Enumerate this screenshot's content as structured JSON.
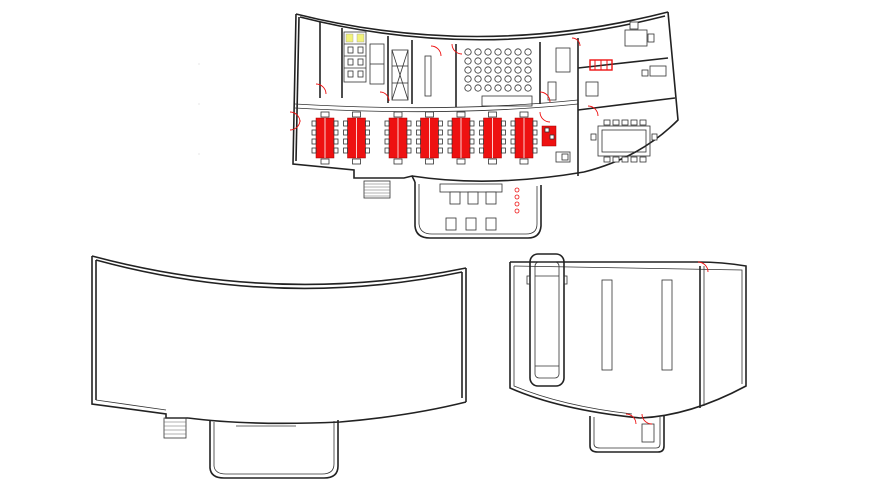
{
  "colors": {
    "background": "#ffffff",
    "wall": "#222222",
    "furniture_accent": "#ee1111",
    "highlight": "#f2f27a"
  },
  "drawing": {
    "plans": [
      {
        "name": "ground-floor-furnished-plan"
      },
      {
        "name": "upper-floor-outline-plan"
      },
      {
        "name": "side-wing-plan"
      }
    ],
    "furniture": {
      "red_desk_clusters": 7,
      "auditorium_seat_rows": 5,
      "auditorium_seats_per_row": 7
    }
  }
}
